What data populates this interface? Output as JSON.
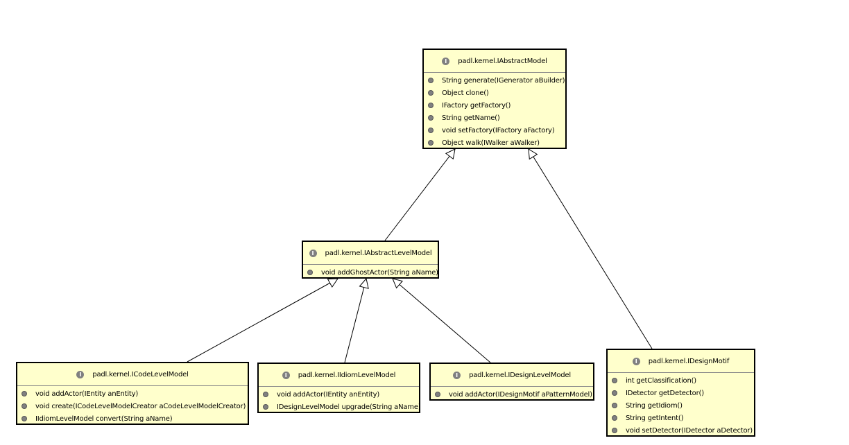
{
  "theme": {
    "box_fill": "#ffffcc",
    "border": "#000000",
    "icon": "#808080"
  },
  "icon_letter": "I",
  "classes": {
    "abstract_model": {
      "name": "padl.kernel.IAbstractModel",
      "methods": [
        "String generate(IGenerator aBuilder)",
        "Object clone()",
        "IFactory getFactory()",
        "String getName()",
        "void setFactory(IFactory aFactory)",
        "Object walk(IWalker aWalker)"
      ]
    },
    "abstract_level_model": {
      "name": "padl.kernel.IAbstractLevelModel",
      "methods": [
        "void addGhostActor(String aName)"
      ]
    },
    "code_level_model": {
      "name": "padl.kernel.ICodeLevelModel",
      "methods": [
        "void addActor(IEntity anEntity)",
        "void create(ICodeLevelModelCreator aCodeLevelModelCreator)",
        "IIdiomLevelModel convert(String aName)"
      ]
    },
    "idiom_level_model": {
      "name": "padl.kernel.IIdiomLevelModel",
      "methods": [
        "void addActor(IEntity anEntity)",
        "IDesignLevelModel upgrade(String aName)"
      ]
    },
    "design_level_model": {
      "name": "padl.kernel.IDesignLevelModel",
      "methods": [
        "void addActor(IDesignMotif aPatternModel)"
      ]
    },
    "design_motif": {
      "name": "padl.kernel.IDesignMotif",
      "methods": [
        "int getClassification()",
        "IDetector getDetector()",
        "String getIdiom()",
        "String getIntent()",
        "void setDetector(IDetector aDetector)"
      ]
    }
  }
}
